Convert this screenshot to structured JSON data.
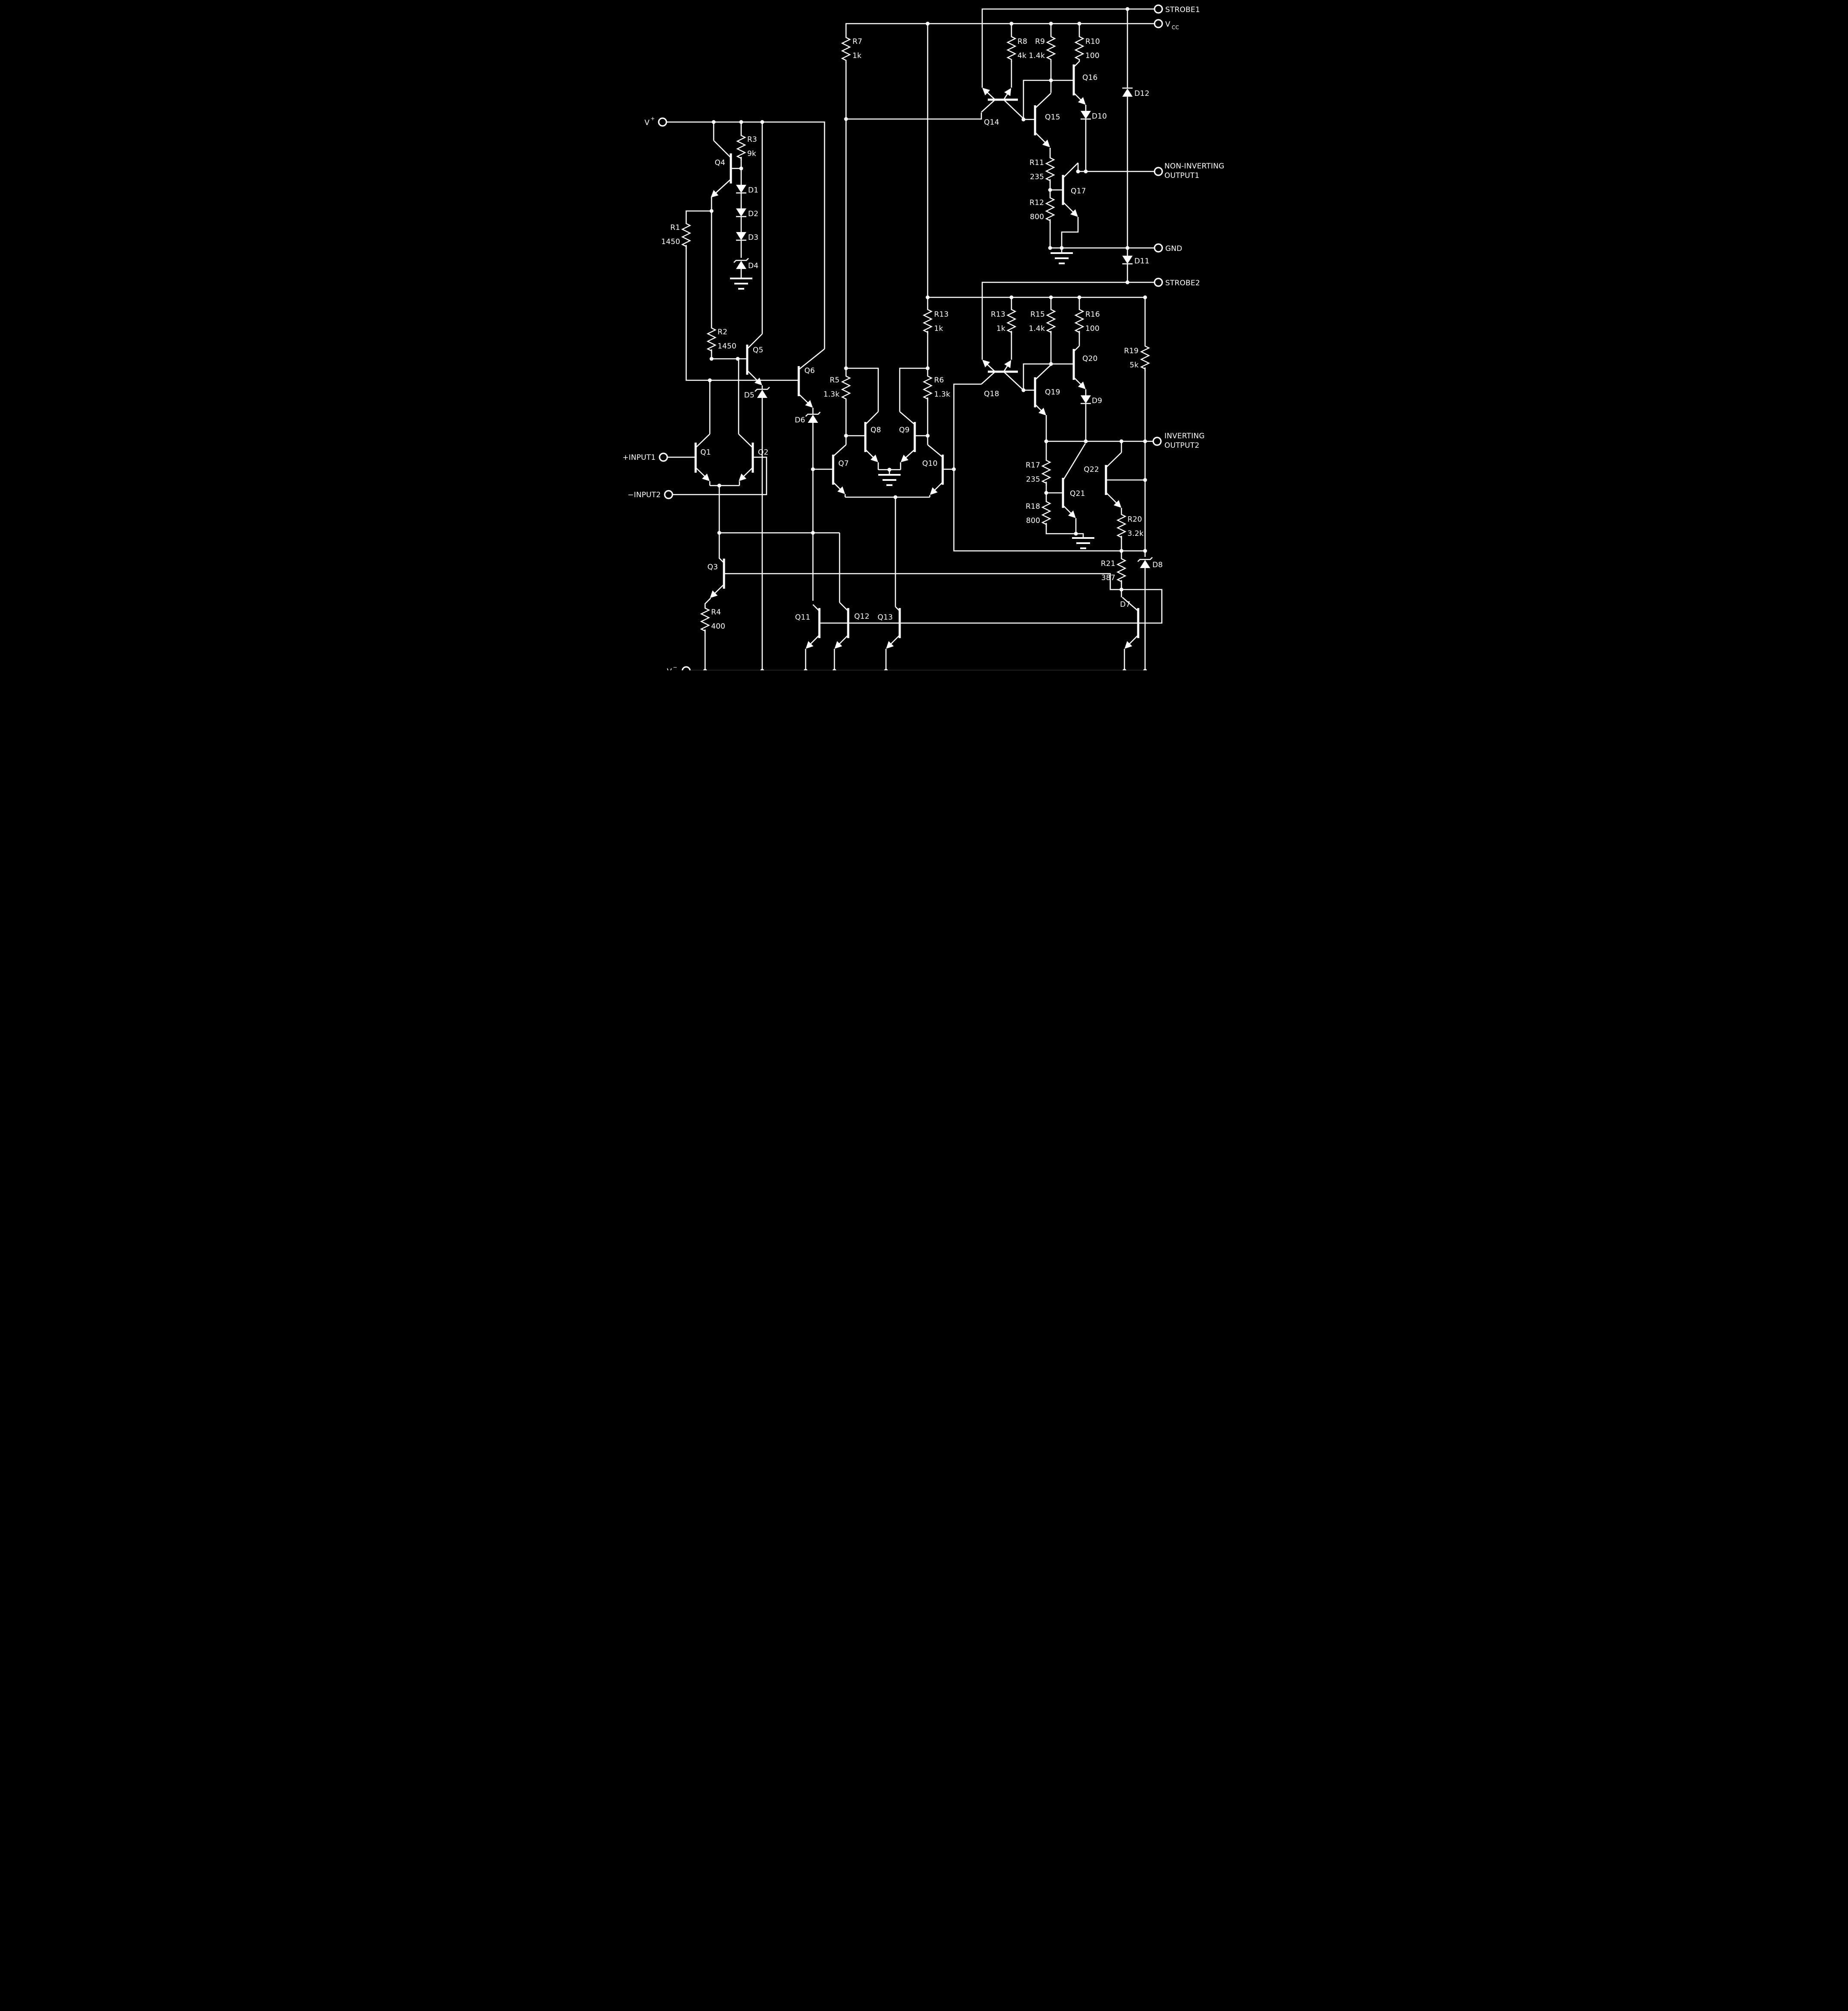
{
  "colors": {
    "background": "#000000",
    "foreground": "#ffffff"
  },
  "terminals": {
    "strobe1": "STROBE1",
    "vcc": "V",
    "vcc_sub": "CC",
    "output1_line1": "NON-INVERTING",
    "output1_line2": "OUTPUT1",
    "gnd": "GND",
    "strobe2": "STROBE2",
    "output2_line1": "INVERTING",
    "output2_line2": "OUTPUT2",
    "v_plus": "V",
    "v_plus_sup": "+",
    "v_minus": "V",
    "v_minus_sup": "−",
    "input1": "+INPUT1",
    "input2": "−INPUT2"
  },
  "resistors": {
    "r1": {
      "ref": "R1",
      "value": "1450"
    },
    "r2": {
      "ref": "R2",
      "value": "1450"
    },
    "r3": {
      "ref": "R3",
      "value": "9k"
    },
    "r4": {
      "ref": "R4",
      "value": "400"
    },
    "r5": {
      "ref": "R5",
      "value": "1.3k"
    },
    "r6": {
      "ref": "R6",
      "value": "1.3k"
    },
    "r7": {
      "ref": "R7",
      "value": "1k"
    },
    "r8": {
      "ref": "R8",
      "value": "4k"
    },
    "r9": {
      "ref": "R9",
      "value": "1.4k"
    },
    "r10": {
      "ref": "R10",
      "value": "100"
    },
    "r11": {
      "ref": "R11",
      "value": "235"
    },
    "r12": {
      "ref": "R12",
      "value": "800"
    },
    "r13a": {
      "ref": "R13",
      "value": "1k"
    },
    "r13b": {
      "ref": "R13",
      "value": "1k"
    },
    "r15": {
      "ref": "R15",
      "value": "1.4k"
    },
    "r16": {
      "ref": "R16",
      "value": "100"
    },
    "r17": {
      "ref": "R17",
      "value": "235"
    },
    "r18": {
      "ref": "R18",
      "value": "800"
    },
    "r19": {
      "ref": "R19",
      "value": "5k"
    },
    "r20": {
      "ref": "R20",
      "value": "3.2k"
    },
    "r21": {
      "ref": "R21",
      "value": "387"
    }
  },
  "transistors": {
    "q1": "Q1",
    "q2": "Q2",
    "q3": "Q3",
    "q4": "Q4",
    "q5": "Q5",
    "q6": "Q6",
    "q7": "Q7",
    "q8": "Q8",
    "q9": "Q9",
    "q10": "Q10",
    "q11": "Q11",
    "q12": "Q12",
    "q13": "Q13",
    "q14": "Q14",
    "q15": "Q15",
    "q16": "Q16",
    "q17": "Q17",
    "q18": "Q18",
    "q19": "Q19",
    "q20": "Q20",
    "q21": "Q21",
    "q22": "Q22"
  },
  "diodes": {
    "d1": "D1",
    "d2": "D2",
    "d3": "D3",
    "d4": "D4",
    "d5": "D5",
    "d6": "D6",
    "d7": "D7",
    "d8": "D8",
    "d9": "D9",
    "d10": "D10",
    "d11": "D11",
    "d12": "D12"
  }
}
